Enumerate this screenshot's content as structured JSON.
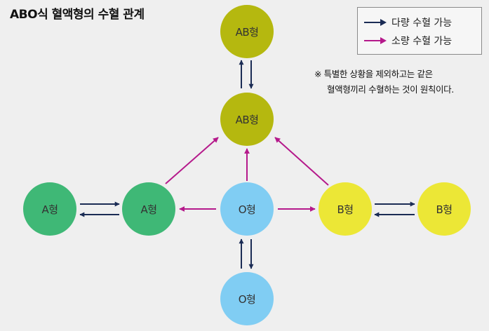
{
  "title": "ABO식 혈액형의 수혈 관계",
  "legend": {
    "large": "다량 수혈 가능",
    "small": "소량 수혈 가능"
  },
  "note": {
    "line1": "※ 특별한 상황을 제외하고는 같은",
    "line2": "혈액형끼리 수혈하는 것이 원칙이다."
  },
  "nodes": {
    "ab_top": "AB형",
    "ab_mid": "AB형",
    "a_left": "A형",
    "a_mid": "A형",
    "o_mid": "O형",
    "b_mid": "B형",
    "b_right": "B형",
    "o_bottom": "O형"
  },
  "colors": {
    "ab": "#b5b80f",
    "a": "#3fb876",
    "o": "#80cdf3",
    "b": "#ece736",
    "large_arrow": "#1b2c55",
    "small_arrow": "#b5198b"
  }
}
